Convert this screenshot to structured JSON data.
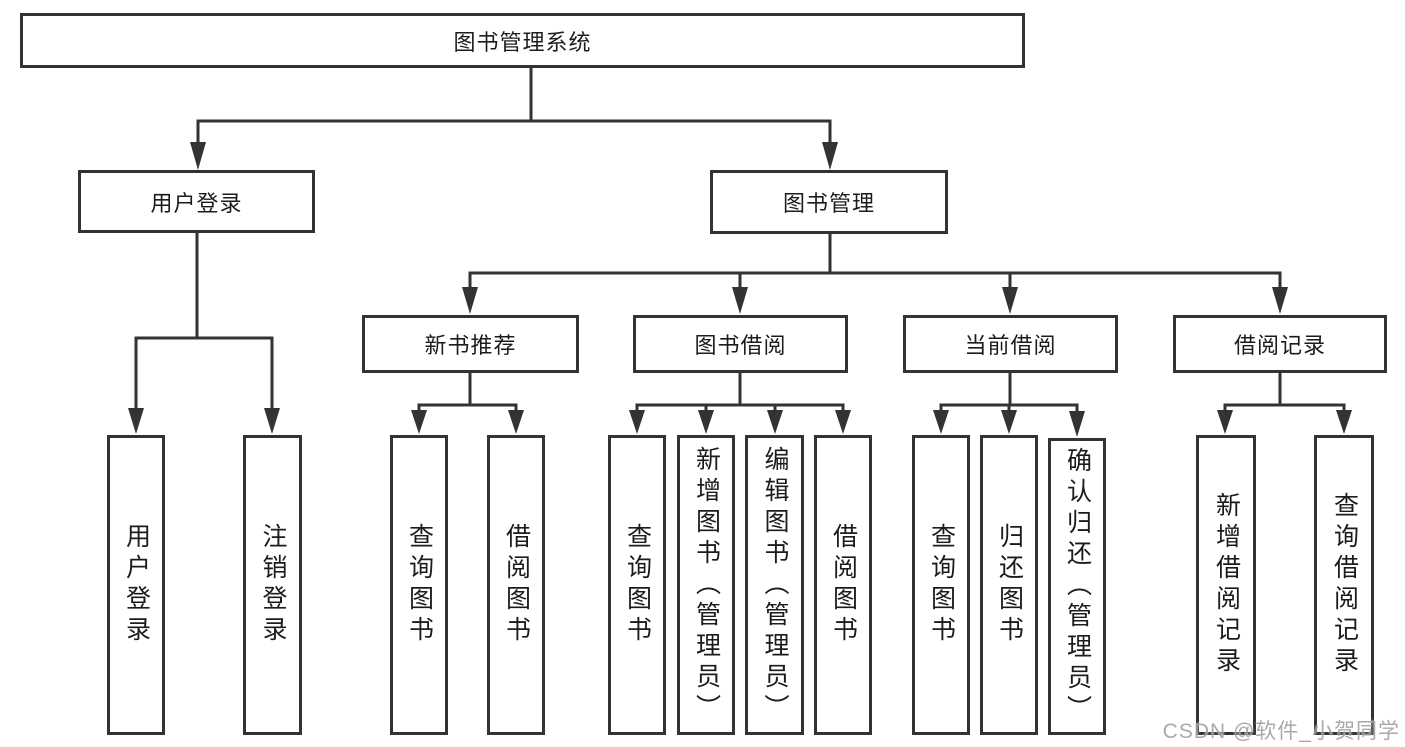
{
  "diagram": {
    "root": "图书管理系统",
    "branches": {
      "user_login": "用户登录",
      "book_management": "图书管理"
    },
    "modules": {
      "new_books": "新书推荐",
      "book_borrow": "图书借阅",
      "current_borrow": "当前借阅",
      "borrow_records": "借阅记录"
    },
    "leaves": {
      "user_login": [
        "用户登录",
        "注销登录"
      ],
      "new_books": [
        "查询图书",
        "借阅图书"
      ],
      "book_borrow": [
        "查询图书",
        "新增图书（管理员）",
        "编辑图书（管理员）",
        "借阅图书"
      ],
      "current_borrow": [
        "查询图书",
        "归还图书",
        "确认归还（管理员）"
      ],
      "borrow_records": [
        "新增借阅记录",
        "查询借阅记录"
      ]
    }
  },
  "watermark": "CSDN @软件_小贺同学",
  "colors": {
    "line": "#333333",
    "text": "#1c1c1c",
    "watermark": "#969696",
    "background": "#ffffff"
  }
}
